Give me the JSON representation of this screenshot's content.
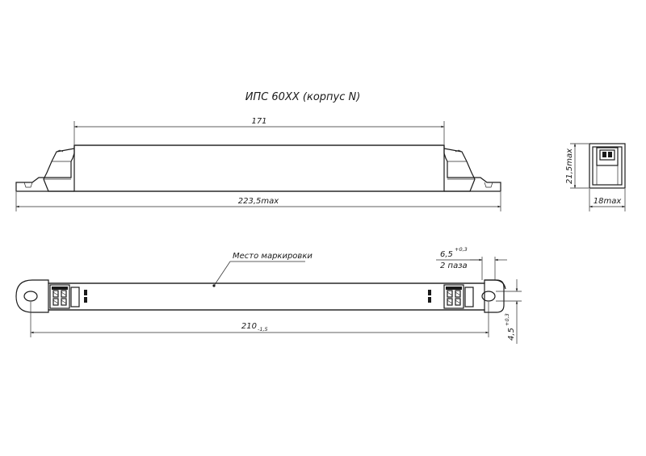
{
  "drawing": {
    "title": "ИПС 60XX (корпус N)",
    "marking_label": "Место маркировки"
  },
  "dimensions": {
    "body_length": "171",
    "overall_length": "223,5max",
    "height": "21,5max",
    "width": "18max",
    "mount_spacing": "210",
    "mount_spacing_tol": "-1,5",
    "slot_width": "6,5",
    "slot_width_tol": "+0,3",
    "slot_count": "2 паза",
    "slot_height": "4,5",
    "slot_height_tol": "+0,3"
  }
}
